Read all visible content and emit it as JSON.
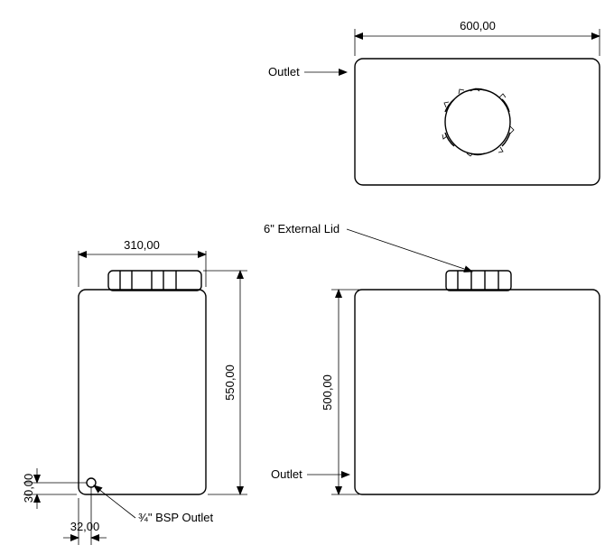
{
  "dimensions": {
    "top_width": "600,00",
    "side_width": "310,00",
    "side_height": "550,00",
    "front_height": "500,00",
    "outlet_height": "30,00",
    "outlet_offset": "32,00"
  },
  "labels": {
    "outlet_top": "Outlet",
    "outlet_front": "Outlet",
    "external_lid": "6\" External Lid",
    "bsp_outlet": "¾\" BSP Outlet"
  }
}
